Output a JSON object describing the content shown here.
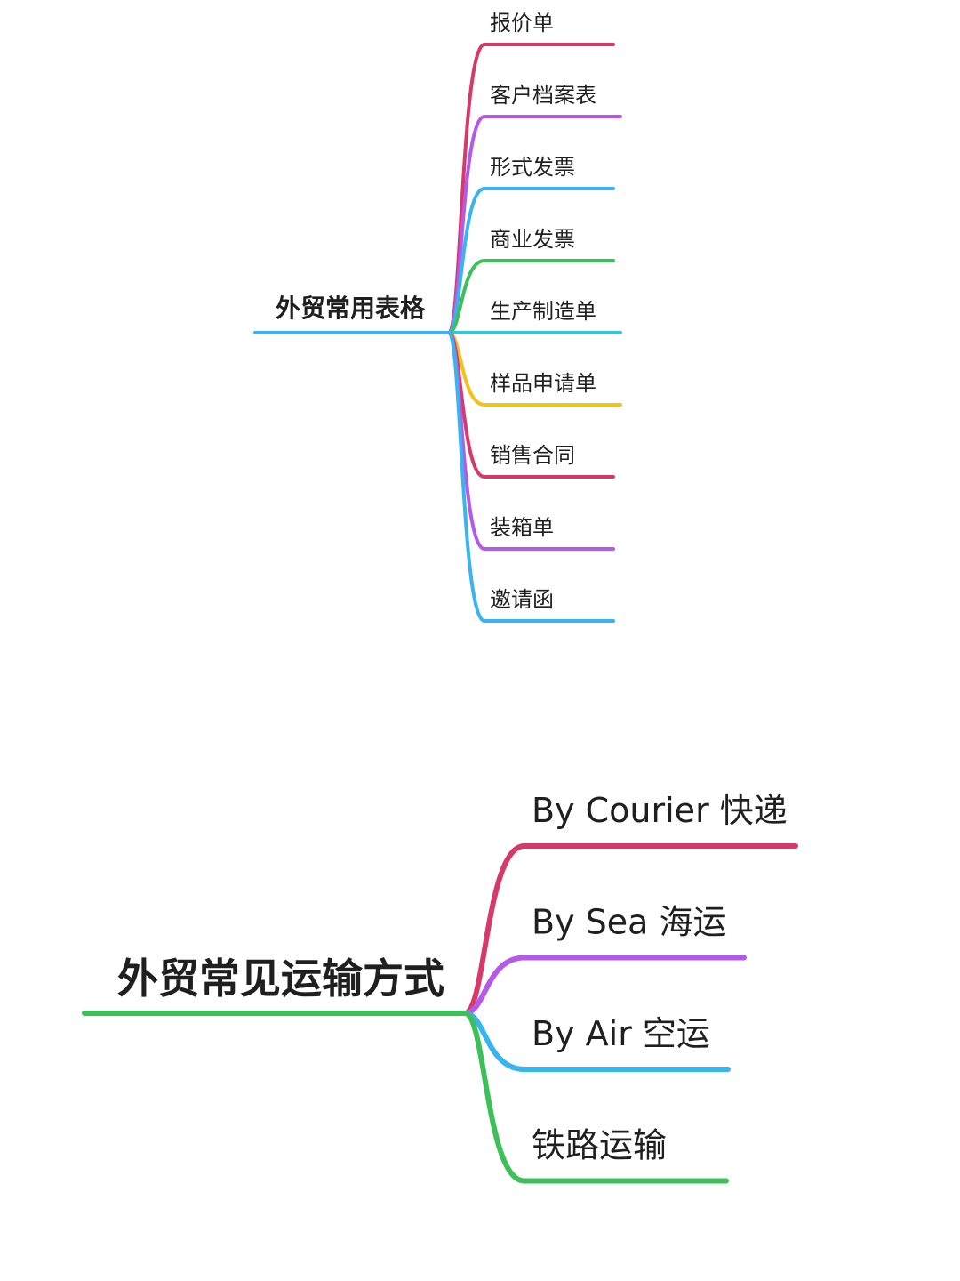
{
  "mindmaps": [
    {
      "root": {
        "label": "外贸常用表格",
        "color": "#3ab4ee"
      },
      "branches": [
        {
          "label": "报价单",
          "color": "#d63a6b"
        },
        {
          "label": "客户档案表",
          "color": "#b45ae6"
        },
        {
          "label": "形式发票",
          "color": "#3ab4ee"
        },
        {
          "label": "商业发票",
          "color": "#3fbf5a"
        },
        {
          "label": "生产制造单",
          "color": "#35c6d8"
        },
        {
          "label": "样品申请单",
          "color": "#f2c21b"
        },
        {
          "label": "销售合同",
          "color": "#d63a6b"
        },
        {
          "label": "装箱单",
          "color": "#b45ae6"
        },
        {
          "label": "邀请函",
          "color": "#3ab4ee"
        }
      ]
    },
    {
      "root": {
        "label": "外贸常见运输方式",
        "color": "#3fbf5a"
      },
      "branches": [
        {
          "label": "By Courier 快递",
          "color": "#d63a6b"
        },
        {
          "label": "By Sea 海运",
          "color": "#b45ae6"
        },
        {
          "label": "By Air 空运",
          "color": "#3ab4ee"
        },
        {
          "label": "铁路运输",
          "color": "#3fbf5a"
        }
      ]
    }
  ]
}
